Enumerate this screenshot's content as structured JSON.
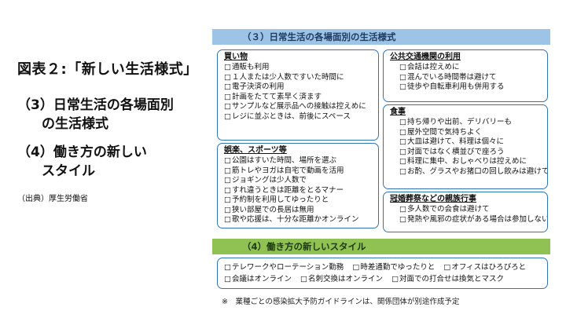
{
  "left": {
    "title": "図表２:「新しい生活様式」",
    "item3_line1": "（3）日常生活の各場面別",
    "item3_line2": "の生活様式",
    "item4_line1": "（4）働き方の新しい",
    "item4_line2": "スタイル",
    "source": "（出典）厚生労働省"
  },
  "section3": {
    "title": "（３）日常生活の各場面別の生活様式"
  },
  "shopping": {
    "title": "買い物",
    "items": [
      "通販も利用",
      "１人または少人数ですいた時間に",
      "電子決済の利用",
      "計画をたてて素早く済ます",
      "サンプルなど展示品への接触は控えめに",
      "レジに並ぶときは、前後にスペース"
    ]
  },
  "leisure": {
    "title": "娯楽、スポーツ等",
    "items": [
      "公園はすいた時間、場所を選ぶ",
      "筋トレやヨガは自宅で動画を活用",
      "ジョギングは少人数で",
      "すれ違うときは距離をとるマナー",
      "予約制を利用してゆったりと",
      "狭い部屋での長居は無用",
      "歌や応援は、十分な距離かオンライン"
    ]
  },
  "transit": {
    "title": "公共交通機関の利用",
    "items": [
      "会話は控えめに",
      "混んでいる時間帯は避けて",
      "徒歩や自転車利用も併用する"
    ]
  },
  "food": {
    "title": "食事",
    "items": [
      "持ち帰りや出前、デリバリーも",
      "屋外空間で気持ちよく",
      "大皿は避けて、料理は個々に",
      "対面ではなく横並びで座ろう",
      "料理に集中、おしゃべりは控えめに",
      "お酌、グラスやお猪口の回し飲みは避けて"
    ]
  },
  "ceremony": {
    "title": "冠婚葬祭などの親族行事",
    "items": [
      "多人数での会食は避けて",
      "発熱や風邪の症状がある場合は参加しない"
    ]
  },
  "section4": {
    "title": "（4）働き方の新しいスタイル"
  },
  "work": {
    "row1": [
      "テレワークやローテーション勤務",
      "時差通勤でゆったりと",
      "オフィスはひろびろと"
    ],
    "row2": [
      "会議はオンライン",
      "名刺交換はオンライン",
      "対面での打合せは換気とマスク"
    ]
  },
  "note": "※　業種ごとの感染拡大予防ガイドラインは、関係団体が別途作成予定"
}
